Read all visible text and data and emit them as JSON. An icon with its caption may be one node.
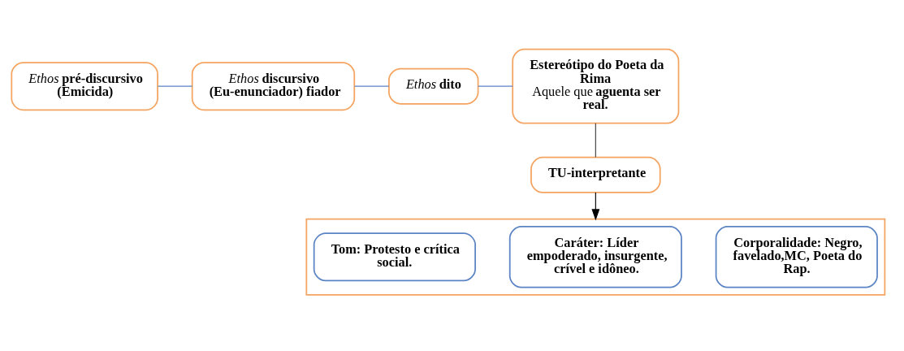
{
  "diagram": {
    "nodes": [
      {
        "text": [
          "*Ethos* pré-discursivo (Emicida)"
        ]
      },
      {
        "text": [
          "*Ethos* discursivo (Eu-enunciador) fiador"
        ]
      },
      {
        "text": [
          "*Ethos* dito"
        ]
      },
      {
        "text": [
          "Estereótipo do Poeta da Rima",
          "Aquele que **aguenta ser real.**"
        ]
      },
      {
        "text": [
          "TU-interpretante"
        ]
      },
      {
        "text": [],
        "shape": "box"
      },
      {
        "text": [
          "Tom: Protesto e crítica social."
        ],
        "in": 5
      },
      {
        "text": [
          "Caráter: Líder empoderado, insurgente, crível e idôneo."
        ],
        "in": 5
      },
      {
        "text": [
          "Corporalidade: Negro, favelado,MC, Poeta do Rap."
        ],
        "in": 5
      }
    ],
    "edges": [
      {
        "from": 0,
        "to": 1,
        "arrow": "none"
      },
      {
        "from": 1,
        "to": 2,
        "arrow": "none"
      },
      {
        "from": 2,
        "to": 3,
        "arrow": "none"
      },
      {
        "from": 3,
        "to": 4,
        "arrow": "none",
        "color": "#404040"
      },
      {
        "from": 4,
        "to": 5,
        "arrow": "to",
        "color": "#000000"
      }
    ]
  }
}
